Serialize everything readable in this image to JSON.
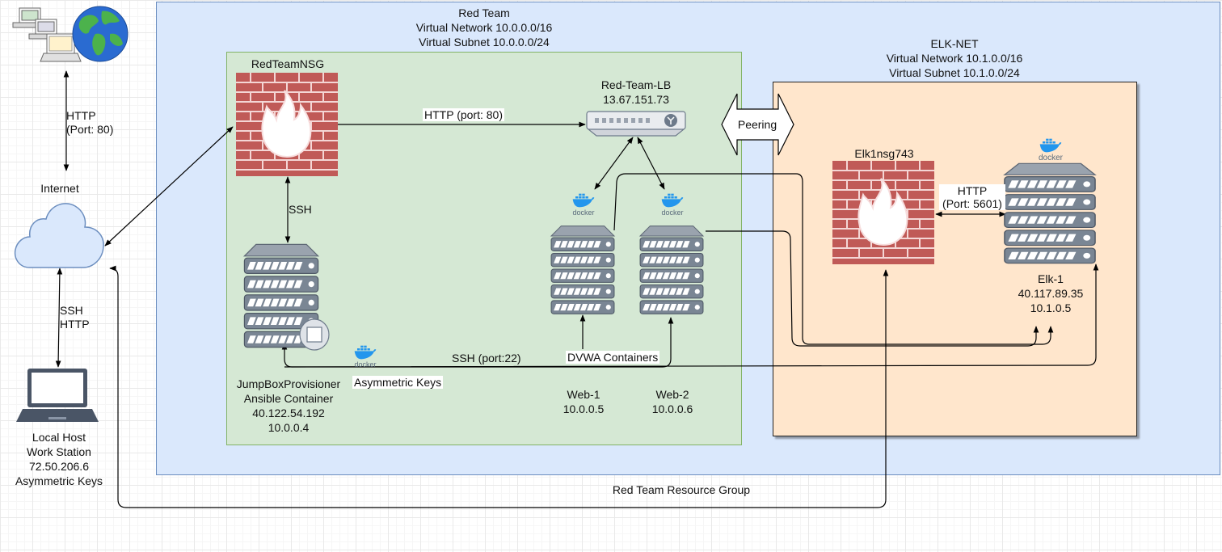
{
  "red_team": {
    "title": "Red Team",
    "network": "Virtual Network 10.0.0.0/16",
    "subnet": "Virtual Subnet 10.0.0.0/24",
    "resource_group": "Red Team Resource Group"
  },
  "elk_net": {
    "title": "ELK-NET",
    "network": "Virtual Network 10.1.0.0/16",
    "subnet": "Virtual Subnet 10.1.0.0/24"
  },
  "nodes": {
    "red_team_nsg": "RedTeamNSG",
    "load_balancer": {
      "name": "Red-Team-LB",
      "ip": "13.67.151.73"
    },
    "internet": "Internet",
    "local_host": {
      "line1": "Local Host",
      "line2": "Work Station",
      "ip": "72.50.206.6",
      "keys": "Asymmetric Keys"
    },
    "jumpbox": {
      "line1": "JumpBoxProvisioner",
      "line2": "Ansible Container",
      "public_ip": "40.122.54.192",
      "private_ip": "10.0.0.4"
    },
    "web1": {
      "name": "Web-1",
      "ip": "10.0.0.5"
    },
    "web2": {
      "name": "Web-2",
      "ip": "10.0.0.6"
    },
    "elk_nsg": "Elk1nsg743",
    "elk1": {
      "name": "Elk-1",
      "public_ip": "40.117.89.35",
      "private_ip": "10.1.0.5"
    },
    "docker_text": "docker"
  },
  "edges": {
    "http_port80_internet": {
      "line1": "HTTP",
      "line2": "(Port: 80)"
    },
    "ssh_http_local": {
      "line1": "SSH",
      "line2": "HTTP"
    },
    "nsg_lb": "HTTP (port: 80)",
    "nsg_jumpbox": "SSH",
    "peering": "Peering",
    "elk_http": {
      "line1": "HTTP",
      "line2": "(Port: 5601)"
    },
    "ssh_port22": "SSH (port:22)",
    "dvwa": "DVWA Containers",
    "asym_keys": "Asymmetric Keys"
  },
  "colors": {
    "red_team_fill": "#dae8fc",
    "inner_fill": "#d5e8d4",
    "elk_fill": "#ffe6cc",
    "firewall": "#b85450",
    "server": "#6d7a8a"
  }
}
